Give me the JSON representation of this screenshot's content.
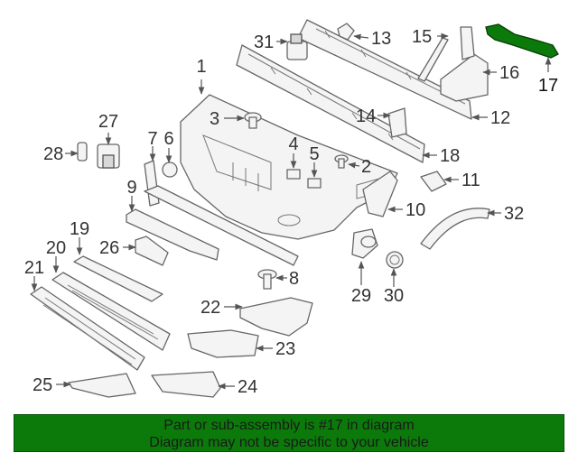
{
  "callouts": {
    "c1": "1",
    "c2": "2",
    "c3": "3",
    "c4": "4",
    "c5": "5",
    "c6": "6",
    "c7": "7",
    "c8": "8",
    "c9": "9",
    "c10": "10",
    "c11": "11",
    "c12": "12",
    "c13": "13",
    "c14": "14",
    "c15": "15",
    "c16": "16",
    "c17": "17",
    "c18": "18",
    "c19": "19",
    "c20": "20",
    "c21": "21",
    "c22": "22",
    "c23": "23",
    "c24": "24",
    "c25": "25",
    "c26": "26",
    "c27": "27",
    "c28": "28",
    "c29": "29",
    "c30": "30",
    "c31": "31",
    "c32": "32"
  },
  "highlight_color": "#0b7a0b",
  "banner": {
    "line1": "Part or sub-assembly is #17 in diagram",
    "line2": "Diagram may not be specific to your vehicle"
  }
}
